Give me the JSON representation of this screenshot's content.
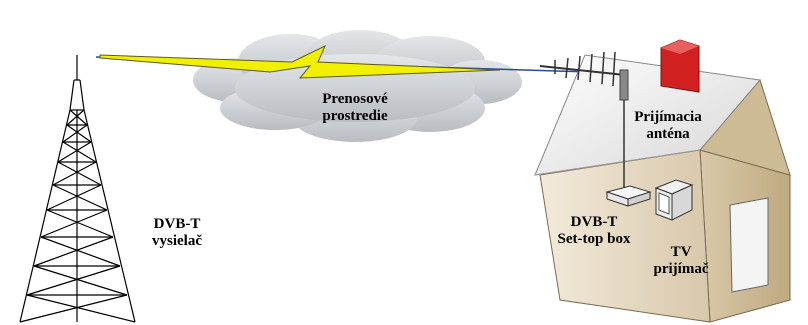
{
  "labels": {
    "transmitter_line1": "DVB-T",
    "transmitter_line2": "vysielač",
    "medium_line1": "Prenosové",
    "medium_line2": "prostredie",
    "antenna_line1": "Prijímacia",
    "antenna_line2": "anténa",
    "stb_line1": "DVB-T",
    "stb_line2": "Set-top box",
    "tv_line1": "TV",
    "tv_line2": "prijímač"
  },
  "colors": {
    "lightning": "#f0f000",
    "lightning_outline": "#5a5a20",
    "signal_line": "#1f4e9a",
    "cloud": "#cfd2d6",
    "house_wall": "#e8dcc6",
    "roof": "#f2f2f2",
    "chimney": "#d02020",
    "tower": "#000000"
  }
}
